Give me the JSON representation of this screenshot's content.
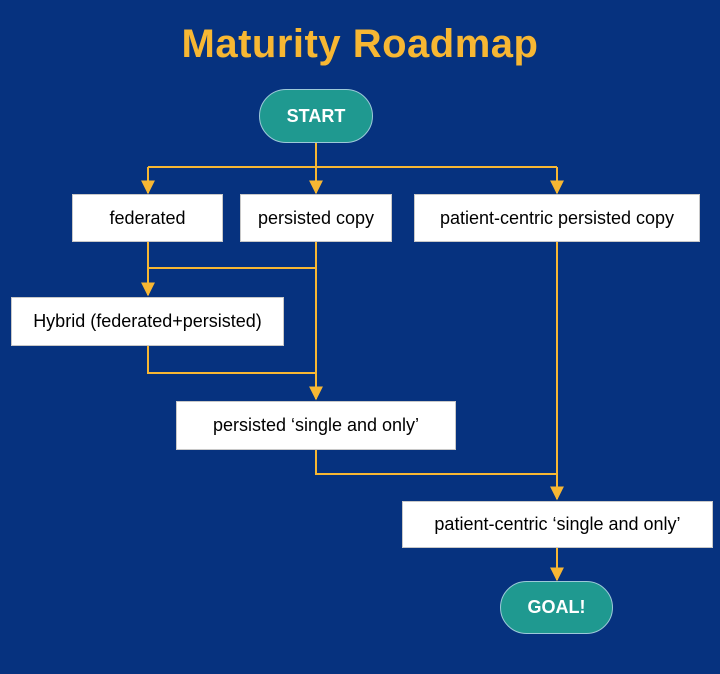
{
  "title": "Maturity Roadmap",
  "colors": {
    "background": "#06327f",
    "title": "#f7b733",
    "connector": "#f7b733",
    "terminal_fill": "#1f9990",
    "box_fill": "#ffffff"
  },
  "nodes": {
    "start": "START",
    "federated": "federated",
    "persisted_copy": "persisted copy",
    "patient_centric_copy": "patient-centric persisted copy",
    "hybrid": "Hybrid (federated+persisted)",
    "persisted_single": "persisted ‘single and only’",
    "patient_centric_single": "patient-centric ‘single and only’",
    "goal": "GOAL!"
  },
  "edges": [
    {
      "from": "START",
      "to": "federated"
    },
    {
      "from": "START",
      "to": "persisted copy"
    },
    {
      "from": "START",
      "to": "patient-centric persisted copy"
    },
    {
      "from": "federated",
      "to": "Hybrid (federated+persisted)"
    },
    {
      "from": "persisted copy",
      "to": "Hybrid (federated+persisted)"
    },
    {
      "from": "persisted copy",
      "to": "persisted ‘single and only’"
    },
    {
      "from": "Hybrid (federated+persisted)",
      "to": "persisted ‘single and only’"
    },
    {
      "from": "persisted ‘single and only’",
      "to": "patient-centric ‘single and only’"
    },
    {
      "from": "patient-centric persisted copy",
      "to": "patient-centric ‘single and only’"
    },
    {
      "from": "patient-centric ‘single and only’",
      "to": "GOAL!"
    }
  ]
}
